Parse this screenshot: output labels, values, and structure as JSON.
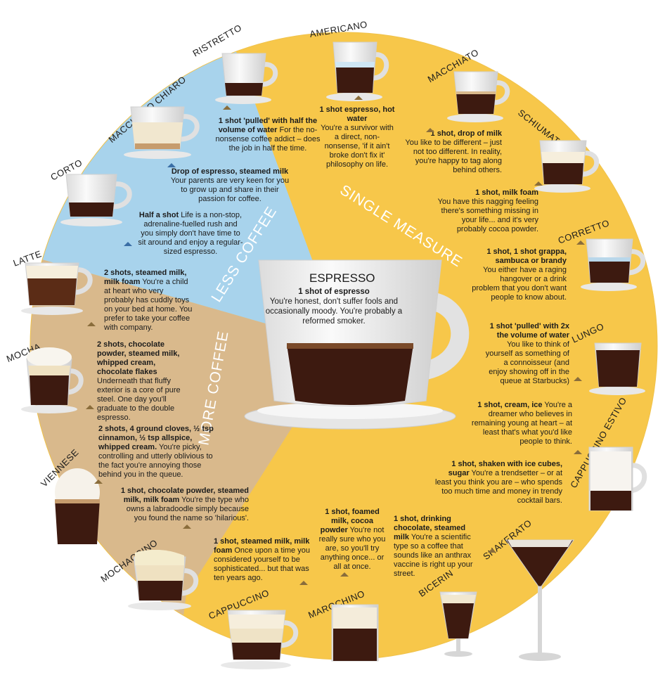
{
  "categories": {
    "single": "SINGLE MEASURE",
    "less": "LESS COFFEE",
    "more": "MORE COFFEE"
  },
  "colors": {
    "single": "#f7c74a",
    "less": "#a8d3ec",
    "more": "#d9b98c",
    "coffee": "#3d1a10",
    "milk": "#f1e7cf"
  },
  "espresso": {
    "name": "ESPRESSO",
    "recipe": "1 shot of espresso",
    "desc": "You're honest, don't suffer fools and occasionally moody. You're probably a reformed smoker."
  },
  "drinks": [
    {
      "name": "RISTRETTO",
      "recipe": "1 shot 'pulled' with half the volume of water",
      "desc": "For the no-nonsense coffee addict – does the job in half the time."
    },
    {
      "name": "AMERICANO",
      "recipe": "1 shot espresso, hot water",
      "desc": "You're a survivor with a direct, non-nonsense, 'if it ain't broke don't fix it' philosophy on life."
    },
    {
      "name": "MACCHIATO",
      "recipe": "1 shot, drop of milk",
      "desc": "You like to be different – just not too different. In reality, you're happy to tag along behind others."
    },
    {
      "name": "SCHIUMATO",
      "recipe": "1 shot, milk foam",
      "desc": "You have this nagging feeling there's something missing in your life... and it's very probably cocoa powder."
    },
    {
      "name": "CORRETTO",
      "recipe": "1 shot, 1 shot grappa, sambuca or brandy",
      "desc": "You either have a raging hangover or a drink problem that you don't want people to know about."
    },
    {
      "name": "LUNGO",
      "recipe": "1 shot 'pulled' with 2x the volume of water",
      "desc": "You like to think of yourself as something of a connoisseur (and enjoy showing off in the queue at Starbucks)"
    },
    {
      "name": "CAPPUCCINO ESTIVO",
      "recipe": "1 shot, cream, ice",
      "desc": "You're a dreamer who believes in remaining young at heart – at least that's what you'd like people to think."
    },
    {
      "name": "SHAKERATO",
      "recipe": "1 shot, shaken with ice cubes, sugar",
      "desc": "You're a trendsetter – or at least you think you are – who spends too much time and money in trendy cocktail bars."
    },
    {
      "name": "BICERIN",
      "recipe": "1 shot, drinking chocolate, steamed milk",
      "desc": "You're a scientific type so a coffee that sounds like an anthrax vaccine is right up your street."
    },
    {
      "name": "MAROCHINO",
      "recipe": "1 shot, foamed milk, cocoa powder",
      "desc": "You're not really sure who you are, so you'll try anything once... or all at once."
    },
    {
      "name": "CAPPUCCINO",
      "recipe": "1 shot, steamed milk, milk foam",
      "desc": "Once upon a time you considered yourself to be sophisticated... but that was ten years ago."
    },
    {
      "name": "MOCHACCINO",
      "recipe": "1 shot, chocolate powder, steamed milk, milk foam",
      "desc": "You're the type who owns a labradoodle simply because you found the name so 'hilarious'."
    },
    {
      "name": "VIENNESE",
      "recipe": "2 shots, 4 ground cloves, ½ tsp cinnamon, ½ tsp allspice, whipped cream.",
      "desc": "You're picky, controlling and utterly oblivious to the fact you're annoying those behind you in the queue."
    },
    {
      "name": "MOCHA",
      "recipe": "2 shots, chocolate powder, steamed milk, whipped cream, chocolate flakes",
      "desc": "Underneath that fluffy exterior is a core of pure steel. One day you'll graduate to the double espresso."
    },
    {
      "name": "LATTE",
      "recipe": "2 shots, steamed milk, milk foam",
      "desc": "You're a child at heart who very probably has cuddly toys on your bed at home. You prefer to take your coffee with company."
    },
    {
      "name": "CORTO",
      "recipe": "Half a shot",
      "desc": "Life is a non-stop, adrenaline-fuelled rush and you simply don't have time to sit around and enjoy a regular-sized espresso."
    },
    {
      "name": "MACCHIATO CHIARO",
      "recipe": "Drop of espresso, steamed milk",
      "desc": "Your parents are very keen for you to grow up and share in their passion for coffee."
    }
  ]
}
